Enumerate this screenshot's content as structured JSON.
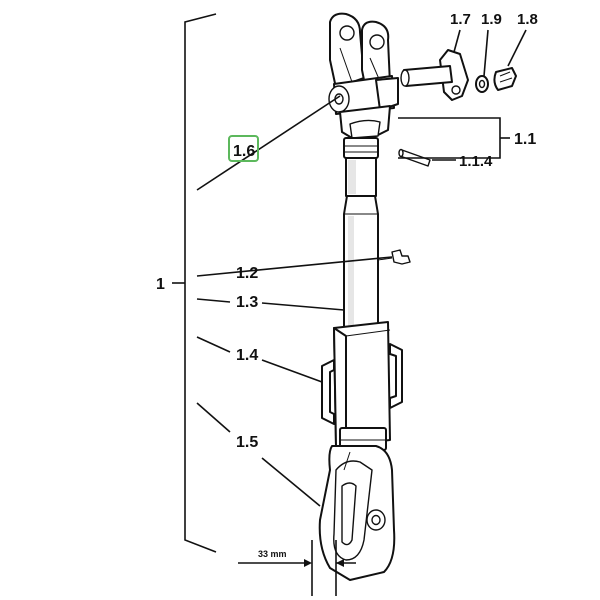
{
  "diagram": {
    "labels": {
      "assembly": "1",
      "upper_head": "1.1",
      "pin": "1.1.4",
      "grease_nipple": "1.2",
      "tube": "1.3",
      "handle": "1.4",
      "lower_yoke": "1.5",
      "joint": "1.6",
      "bolt": "1.7",
      "screw": "1.8",
      "washer": "1.9"
    },
    "dimension": "33 mm",
    "highlight_color": "#5cb85c",
    "highlighted_label": "1.6"
  }
}
